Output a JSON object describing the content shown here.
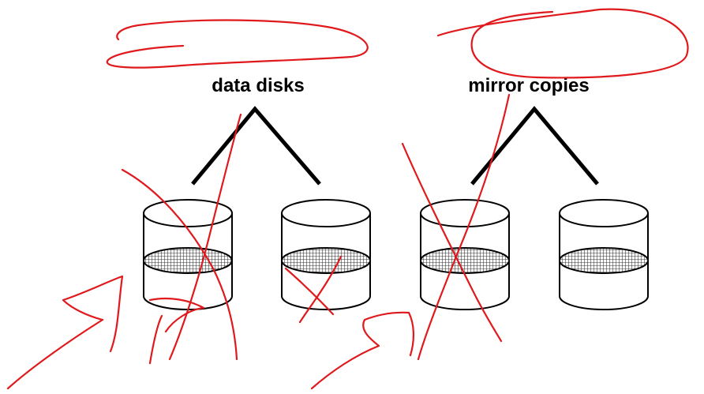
{
  "labels": {
    "data_group": "data disks",
    "mirror_group": "mirror copies"
  },
  "disks": [
    {
      "group": "data",
      "index": 1
    },
    {
      "group": "data",
      "index": 2
    },
    {
      "group": "mirror",
      "index": 1
    },
    {
      "group": "mirror",
      "index": 2
    }
  ],
  "colors": {
    "annotation_ink": "#e0191d",
    "diagram_ink": "#000000",
    "background": "#ffffff"
  }
}
